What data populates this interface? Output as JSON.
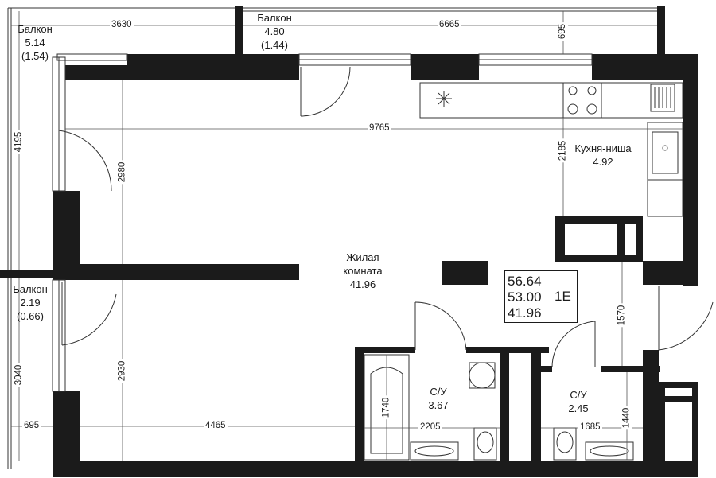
{
  "rooms": {
    "balcony_top_left": {
      "name": "Балкон",
      "area": "5.14",
      "area_sub": "(1.54)"
    },
    "balcony_top": {
      "name": "Балкон",
      "area": "4.80",
      "area_sub": "(1.44)"
    },
    "balcony_left": {
      "name": "Балкон",
      "area": "2.19",
      "area_sub": "(0.66)"
    },
    "living": {
      "name_line1": "Жилая",
      "name_line2": "комната",
      "area": "41.96"
    },
    "kitchen": {
      "name": "Кухня-ниша",
      "area": "4.92"
    },
    "bath_1": {
      "name": "С/У",
      "area": "3.67"
    },
    "bath_2": {
      "name": "С/У",
      "area": "2.45"
    }
  },
  "summary": {
    "total": "56.64",
    "without_balcony": "53.00",
    "living": "41.96",
    "code": "1E"
  },
  "dimensions": {
    "d3630": "3630",
    "d6665": "6665",
    "d695_top": "695",
    "d9765": "9765",
    "d4195": "4195",
    "d2980": "2980",
    "d2185": "2185",
    "d1570": "1570",
    "d3040": "3040",
    "d2930": "2930",
    "d1740": "1740",
    "d2205": "2205",
    "d1685": "1685",
    "d1440": "1440",
    "d695_bottom": "695",
    "d4465": "4465"
  }
}
